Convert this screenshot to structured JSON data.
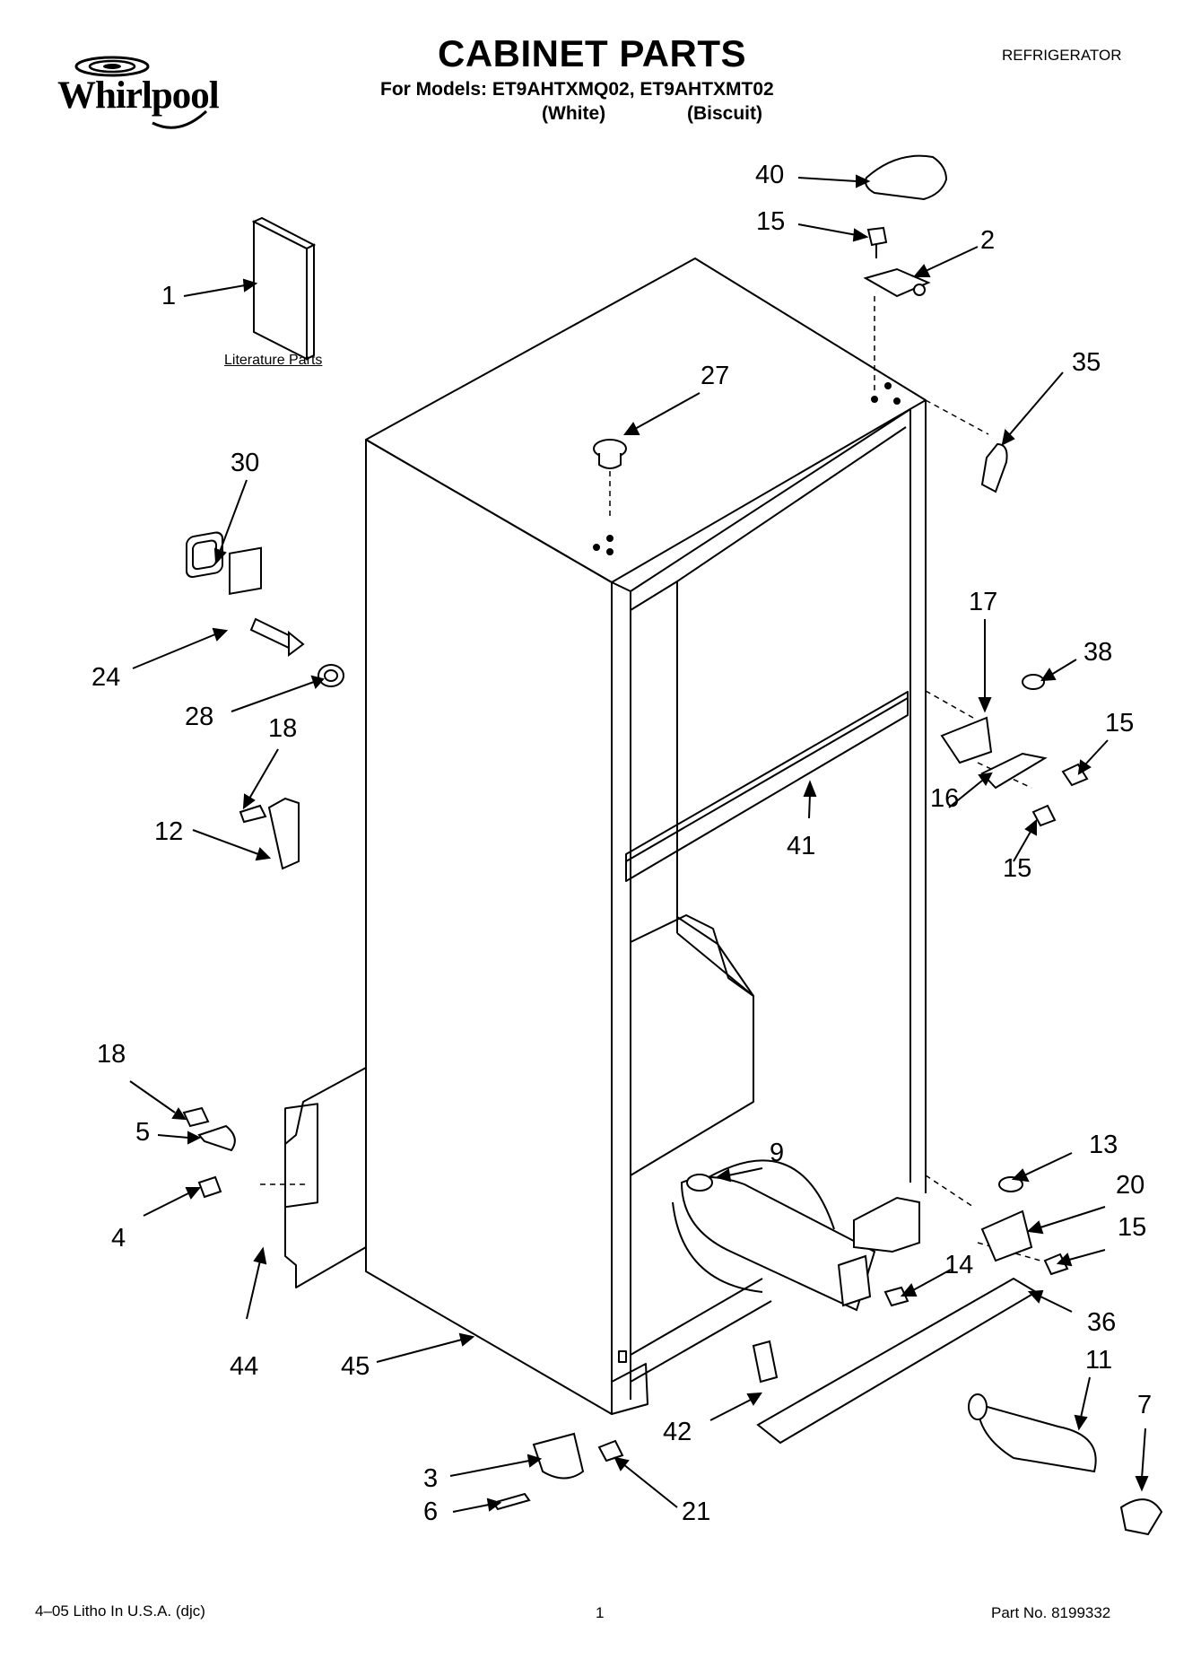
{
  "header": {
    "brand": "Whirlpool",
    "title": "CABINET PARTS",
    "models_line": "For Models: ET9AHTXMQ02, ET9AHTXMT02",
    "color_white": "(White)",
    "color_biscuit": "(Biscuit)",
    "category": "REFRIGERATOR"
  },
  "labels": {
    "literature": "Literature Parts"
  },
  "callouts": [
    "40",
    "15",
    "2",
    "1",
    "27",
    "35",
    "30",
    "24",
    "28",
    "18",
    "12",
    "17",
    "38",
    "15",
    "41",
    "16",
    "15",
    "18",
    "5",
    "4",
    "44",
    "45",
    "9",
    "13",
    "20",
    "15",
    "14",
    "36",
    "11",
    "7",
    "42",
    "3",
    "6",
    "21"
  ],
  "footer": {
    "litho": "4–05 Litho In U.S.A. (djc)",
    "page": "1",
    "part_no": "Part No. 8199332"
  }
}
